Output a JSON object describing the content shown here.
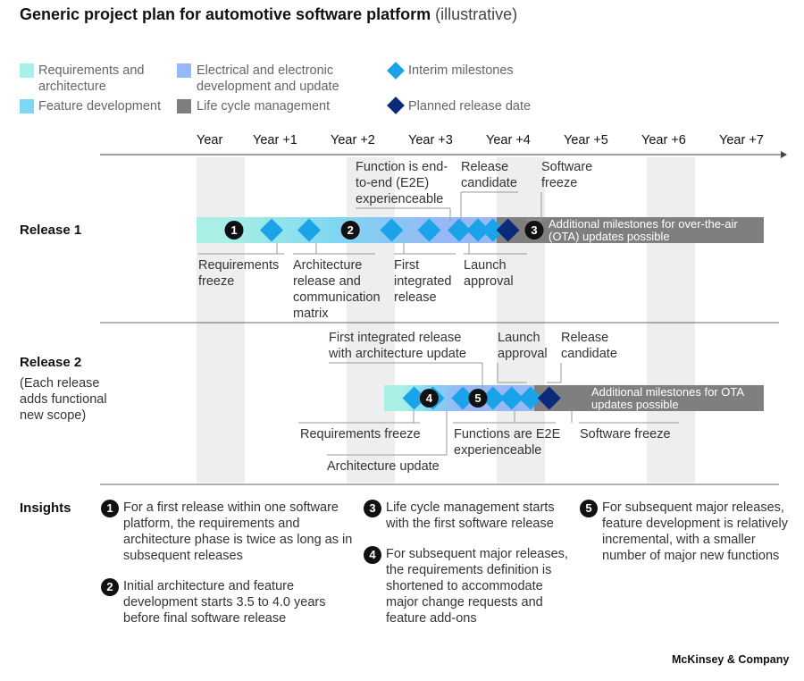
{
  "title": {
    "main": "Generic project plan for automotive software platform",
    "qualifier": "(illustrative)"
  },
  "legend": [
    {
      "label_line1": "Requirements and",
      "label_line2": "architecture",
      "color": "#a8f0e6"
    },
    {
      "label_line1": "Feature development",
      "label_line2": "",
      "color": "#7fd6f2"
    },
    {
      "label_line1": "Electrical and electronic",
      "label_line2": "development and update",
      "color": "#97b7f5"
    },
    {
      "label_line1": "Life cycle management",
      "label_line2": "",
      "color": "#7f7f7f"
    },
    {
      "label_line1": "Interim milestones",
      "label_line2": "",
      "color": "#1aa3e8"
    },
    {
      "label_line1": "Planned release date",
      "label_line2": "",
      "color": "#0b2a7a"
    }
  ],
  "chart_data": {
    "type": "gantt",
    "timeline": [
      "Year",
      "Year +1",
      "Year +2",
      "Year +3",
      "Year +4",
      "Year +5",
      "Year +6",
      "Year +7"
    ],
    "colors": {
      "requirements": "#a8f0e6",
      "feature": "#7fd6f2",
      "electrical": "#97b7f5",
      "lifecycle": "#7f7f7f",
      "interim": "#1aa3e8",
      "release": "#0b2a7a",
      "band": "#eeeeee"
    },
    "releases": [
      {
        "name": "Release 1",
        "subtitle": [],
        "bar_start": 0.0,
        "bar_end": 7.5,
        "segments": [
          {
            "phase": "requirements",
            "start": 0.0,
            "end": 1.0
          },
          {
            "phase": "electrical",
            "start": 1.0,
            "end": 4.0
          },
          {
            "phase": "lifecycle",
            "start": 4.0,
            "end": 7.5
          }
        ],
        "gradients": [
          {
            "start": 0.4,
            "end": 3.3,
            "from": "requirements",
            "via": "feature",
            "to": "electrical"
          }
        ],
        "milestones": [
          {
            "year": 1.0,
            "kind": "interim"
          },
          {
            "year": 1.5,
            "kind": "interim"
          },
          {
            "year": 2.6,
            "kind": "interim"
          },
          {
            "year": 3.1,
            "kind": "interim"
          },
          {
            "year": 3.5,
            "kind": "interim"
          },
          {
            "year": 3.75,
            "kind": "interim"
          },
          {
            "year": 3.95,
            "kind": "interim"
          },
          {
            "year": 4.15,
            "kind": "release"
          }
        ],
        "badges": [
          {
            "num": "1",
            "year": 0.5
          },
          {
            "num": "2",
            "year": 2.05
          },
          {
            "num": "3",
            "year": 4.5
          }
        ],
        "bar_note": [
          "Additional milestones for over-the-air",
          "(OTA) updates possible"
        ],
        "labels_above": [
          {
            "lines": [
              "Function is end-",
              "to-end (E2E)",
              "experienceable"
            ],
            "year": 2.25
          },
          {
            "lines": [
              "Release",
              "candidate"
            ],
            "year": 3.5
          },
          {
            "lines": [
              "Software",
              "freeze"
            ],
            "year": 4.5
          }
        ],
        "labels_below": [
          {
            "lines": [
              "Requirements",
              "freeze"
            ],
            "year": 0.0
          },
          {
            "lines": [
              "Architecture",
              "release and",
              "communication",
              "matrix"
            ],
            "year": 1.3
          },
          {
            "lines": [
              "First",
              "integrated",
              "release"
            ],
            "year": 2.55
          },
          {
            "lines": [
              "Launch",
              "approval"
            ],
            "year": 3.5
          }
        ]
      },
      {
        "name": "Release 2",
        "subtitle": [
          "(Each release",
          "adds functional",
          "new scope)"
        ],
        "bar_start": 2.5,
        "bar_end": 7.5,
        "segments": [
          {
            "phase": "requirements",
            "start": 2.5,
            "end": 3.0
          },
          {
            "phase": "electrical",
            "start": 3.0,
            "end": 4.5
          },
          {
            "phase": "lifecycle",
            "start": 4.5,
            "end": 7.5
          }
        ],
        "gradients": [
          {
            "start": 2.75,
            "end": 3.5,
            "from": "requirements",
            "via": "feature",
            "to": "electrical"
          }
        ],
        "milestones": [
          {
            "year": 2.9,
            "kind": "interim"
          },
          {
            "year": 3.15,
            "kind": "interim"
          },
          {
            "year": 3.55,
            "kind": "interim"
          },
          {
            "year": 3.95,
            "kind": "interim"
          },
          {
            "year": 4.2,
            "kind": "interim"
          },
          {
            "year": 4.45,
            "kind": "interim"
          },
          {
            "year": 4.7,
            "kind": "release"
          }
        ],
        "badges": [
          {
            "num": "4",
            "year": 3.1
          },
          {
            "num": "5",
            "year": 3.75
          }
        ],
        "bar_note": [
          "Additional milestones for OTA",
          "updates possible"
        ],
        "labels_above": [
          {
            "lines": [
              "First integrated release",
              "with architecture update"
            ],
            "year": 1.75
          },
          {
            "lines": [
              "Launch",
              "approval"
            ],
            "year": 4.05
          },
          {
            "lines": [
              "Release",
              "candidate"
            ],
            "year": 4.8
          }
        ],
        "labels_below": [
          {
            "lines": [
              "Requirements freeze"
            ],
            "year": 1.4
          },
          {
            "lines": [
              "Functions are E2E",
              "experienceable"
            ],
            "year": 3.5
          },
          {
            "lines": [
              "Software freeze"
            ],
            "year": 5.0
          },
          {
            "lines": [
              "Architecture update"
            ],
            "year": 1.75
          }
        ]
      }
    ]
  },
  "insights": {
    "heading": "Insights",
    "items": [
      {
        "num": "1",
        "text": "For a first release within one software platform, the requirements and architecture phase is twice as long as in subsequent releases"
      },
      {
        "num": "2",
        "text": "Initial architecture and feature development starts 3.5 to 4.0 years before final software release"
      },
      {
        "num": "3",
        "text": "Life cycle management starts with the first software release"
      },
      {
        "num": "4",
        "text": "For subsequent major releases, the requirements definition is shortened to accommodate major change requests and feature add-ons"
      },
      {
        "num": "5",
        "text": "For subsequent major releases, feature development is relatively incremental, with a smaller number of major new functions"
      }
    ]
  },
  "footer": {
    "brand": "McKinsey & Company"
  }
}
